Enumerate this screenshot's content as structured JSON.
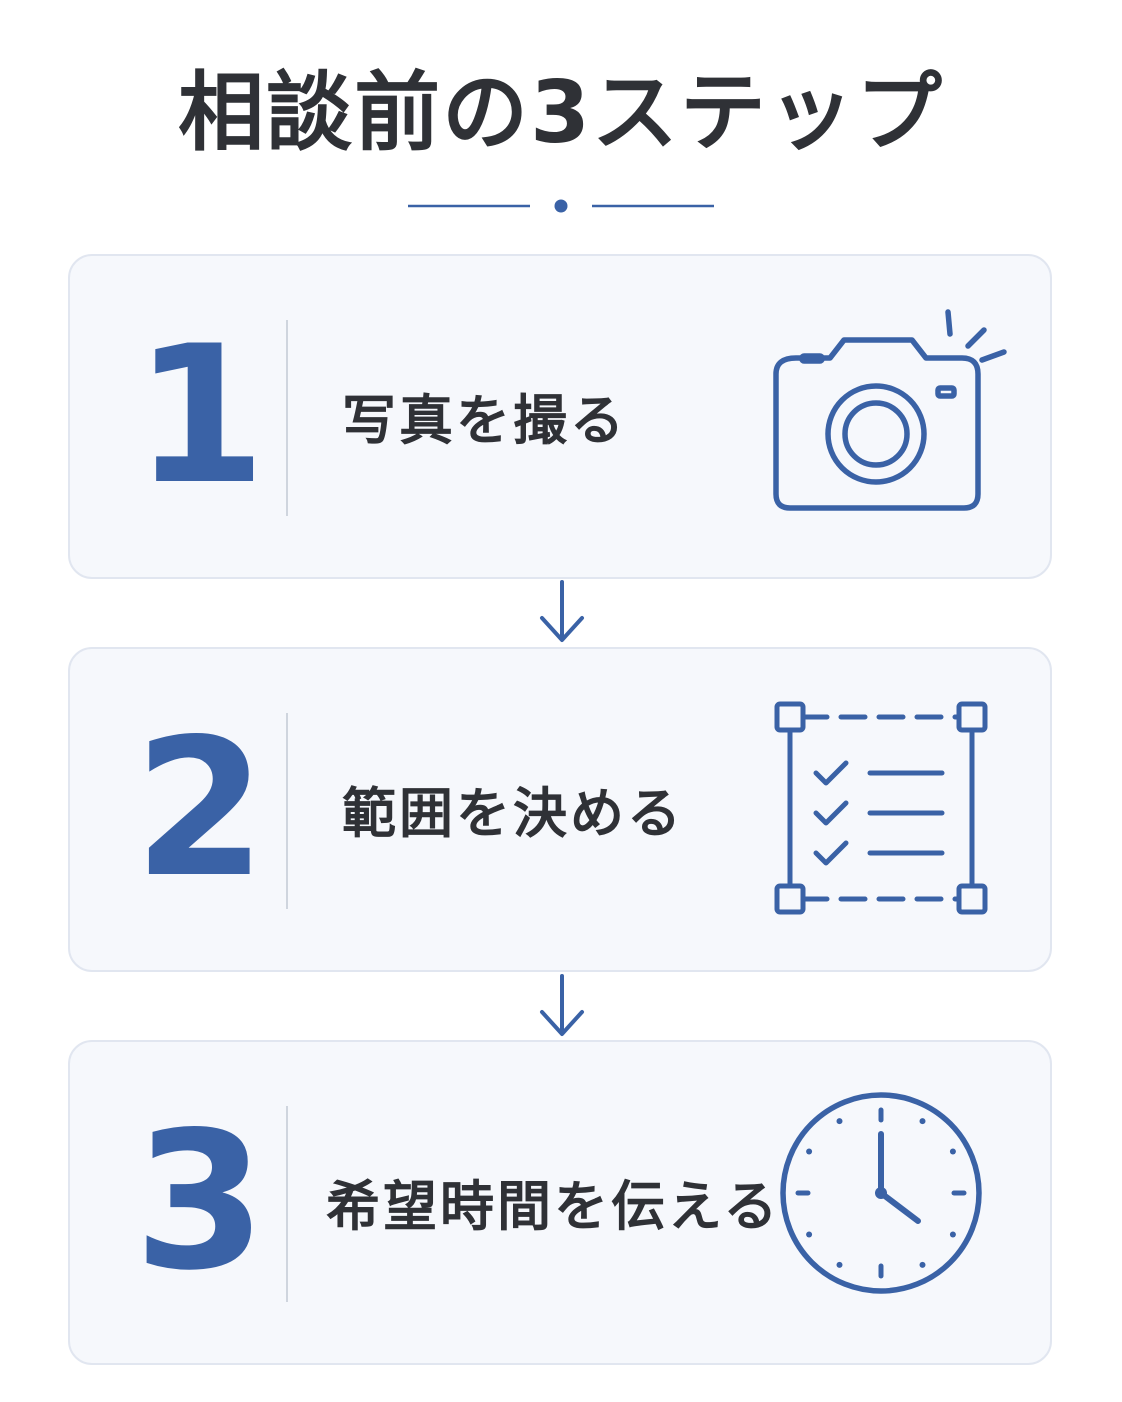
{
  "title": "相談前の3ステップ",
  "accent_color": "#3a62a6",
  "steps": [
    {
      "number": "1",
      "label": "写真を撮る",
      "icon": "camera-icon"
    },
    {
      "number": "2",
      "label": "範囲を決める",
      "icon": "checklist-frame-icon"
    },
    {
      "number": "3",
      "label": "希望時間を伝える",
      "icon": "clock-icon"
    }
  ]
}
